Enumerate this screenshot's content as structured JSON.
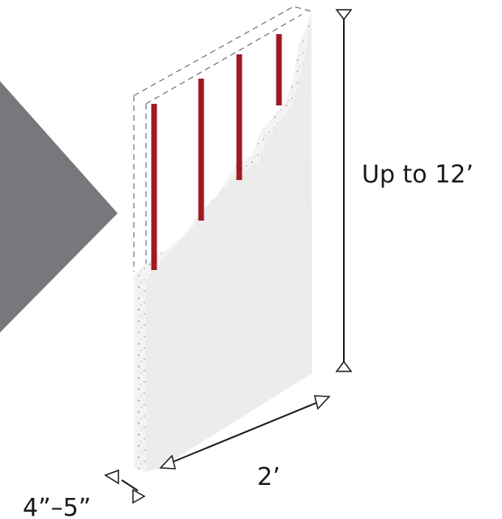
{
  "labels": {
    "height": "Up to 12’",
    "width": "2’",
    "thickness": "4”–5”"
  },
  "colors": {
    "arrow_gray": "#77787b",
    "rebar_red": "#9e1b24",
    "panel_face": "#ececec",
    "panel_edge": "#f3f3f3",
    "speckle": "#a8a8a8",
    "dashed_outline": "#555555",
    "dimension_line": "#1a1a1a"
  },
  "icons": [
    "diamond-arrow",
    "dimension-triangle-marker"
  ],
  "rebar_count": 4
}
